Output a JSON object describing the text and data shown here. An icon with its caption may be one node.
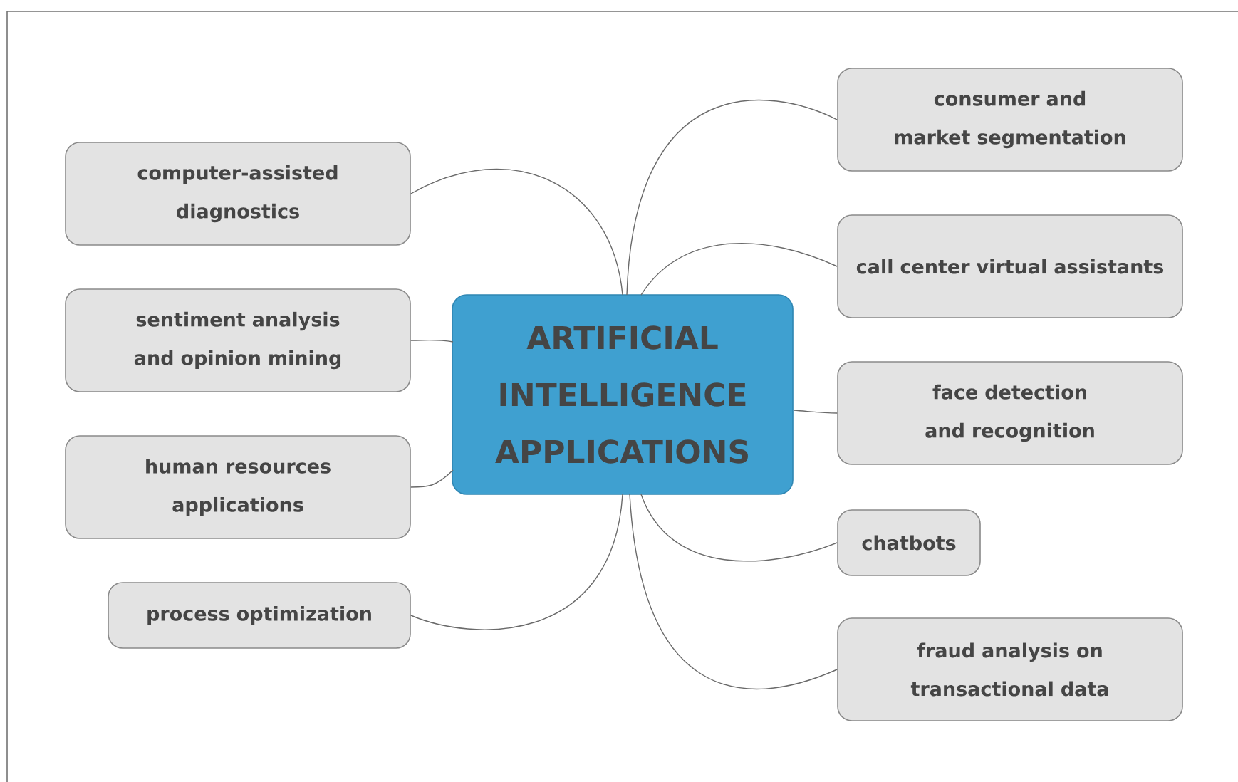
{
  "diagram": {
    "nodes": [
      {
        "text": [
          "ARTIFICIAL INTELLIGENCE APPLICATIONS"
        ]
      },
      {
        "text": [
          "computer-assisted diagnostics"
        ]
      },
      {
        "text": [
          "sentiment analysis and opinion mining"
        ]
      },
      {
        "text": [
          "human resources applications"
        ]
      },
      {
        "text": [
          "process optimization"
        ]
      },
      {
        "text": [
          "consumer and market segmentation"
        ]
      },
      {
        "text": [
          "call center virtual assistants"
        ]
      },
      {
        "text": [
          "face detection and recognition"
        ]
      },
      {
        "text": [
          "chatbots"
        ]
      },
      {
        "text": [
          "fraud analysis on transactional data"
        ]
      }
    ],
    "edges": [
      {
        "from": 0,
        "to": 1,
        "arrow": "none"
      },
      {
        "from": 0,
        "to": 2,
        "arrow": "none"
      },
      {
        "from": 0,
        "to": 3,
        "arrow": "none"
      },
      {
        "from": 0,
        "to": 4,
        "arrow": "none"
      },
      {
        "from": 0,
        "to": 5,
        "arrow": "none"
      },
      {
        "from": 0,
        "to": 6,
        "arrow": "none"
      },
      {
        "from": 0,
        "to": 7,
        "arrow": "none"
      },
      {
        "from": 0,
        "to": 8,
        "arrow": "none"
      },
      {
        "from": 0,
        "to": 9,
        "arrow": "none"
      }
    ]
  }
}
